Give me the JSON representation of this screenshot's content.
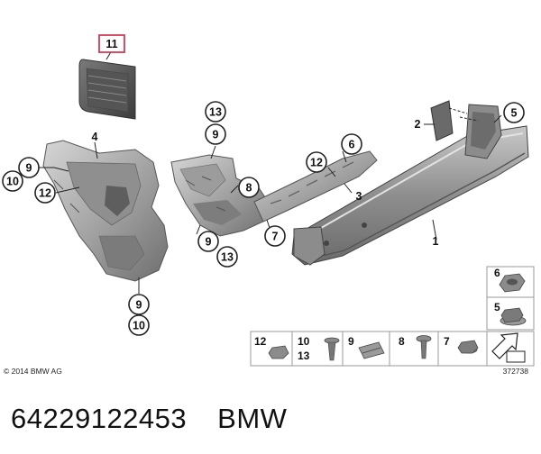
{
  "diagram": {
    "callouts": {
      "c1": "1",
      "c2": "2",
      "c3": "3",
      "c4": "4",
      "c5": "5",
      "c6": "6",
      "c7": "7",
      "c8": "8",
      "c9a": "9",
      "c9b": "9",
      "c9c": "9",
      "c10a": "10",
      "c10b": "10",
      "c11": "11",
      "c12a": "12",
      "c12b": "12",
      "c13a": "13",
      "c13b": "13"
    },
    "hardware_strip": {
      "items": [
        "12",
        "10",
        "13",
        "9",
        "8",
        "7"
      ]
    },
    "hardware_stack": {
      "items": [
        "6",
        "5"
      ]
    },
    "copyright": "© 2014 BMW AG",
    "diagram_number": "372738"
  },
  "caption": {
    "part_number": "64229122453",
    "brand": "BMW"
  }
}
